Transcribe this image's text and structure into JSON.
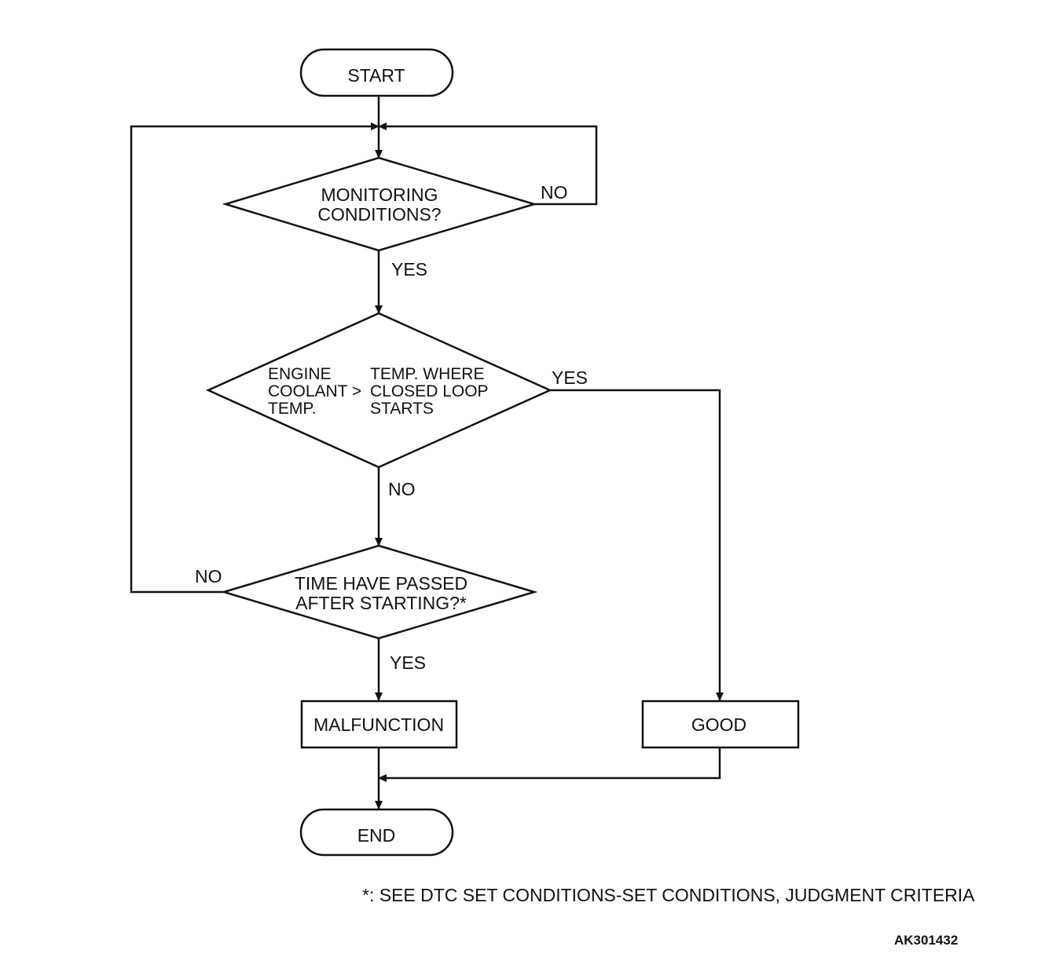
{
  "flowchart": {
    "start": "START",
    "end": "END",
    "decision1": {
      "line1": "MONITORING",
      "line2": "CONDITIONS?"
    },
    "decision2": {
      "left": [
        "ENGINE",
        "COOLANT",
        "TEMP."
      ],
      "operator": ">",
      "right": [
        "TEMP. WHERE",
        "CLOSED LOOP",
        "STARTS"
      ]
    },
    "decision3": {
      "line1": "TIME HAVE PASSED",
      "line2": "AFTER STARTING?*"
    },
    "malfunction": "MALFUNCTION",
    "good": "GOOD",
    "labels": {
      "d1_no": "NO",
      "d1_yes": "YES",
      "d2_yes": "YES",
      "d2_no": "NO",
      "d3_no": "NO",
      "d3_yes": "YES"
    }
  },
  "footnote": "*: SEE DTC SET CONDITIONS-SET CONDITIONS, JUDGMENT CRITERIA",
  "figure_id": "AK301432"
}
